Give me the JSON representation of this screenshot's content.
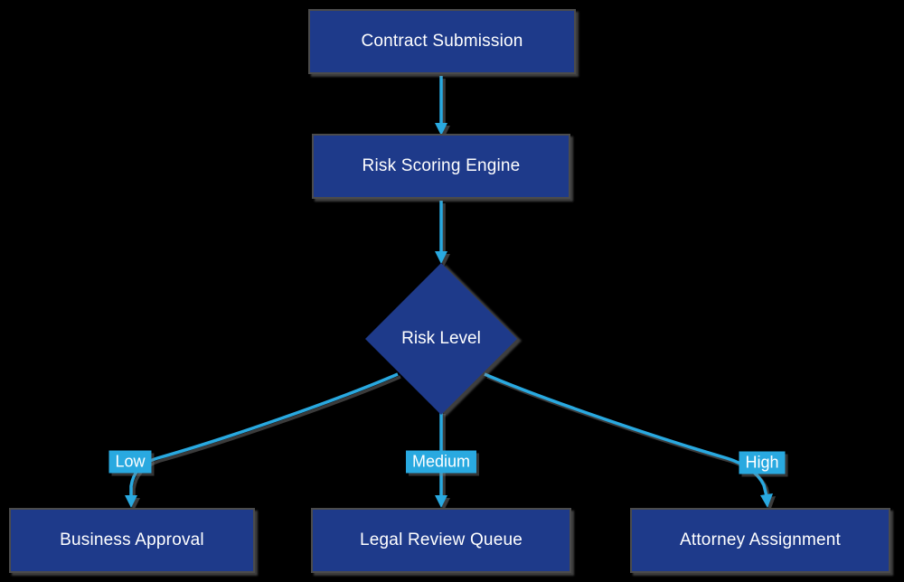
{
  "colors": {
    "background": "#000000",
    "node_fill": "#1e3a8a",
    "node_border": "#4b4b4b",
    "edge": "#29a9e0",
    "label_bg": "#29a9e0",
    "text": "#ffffff"
  },
  "diagram": {
    "type": "flowchart",
    "direction": "top-down",
    "nodes": [
      {
        "id": "contract-submission",
        "label": "Contract Submission",
        "shape": "rect"
      },
      {
        "id": "risk-scoring-engine",
        "label": "Risk Scoring Engine",
        "shape": "rect"
      },
      {
        "id": "risk-level",
        "label": "Risk Level",
        "shape": "diamond"
      },
      {
        "id": "business-approval",
        "label": "Business Approval",
        "shape": "rect"
      },
      {
        "id": "legal-review-queue",
        "label": "Legal Review Queue",
        "shape": "rect"
      },
      {
        "id": "attorney-assignment",
        "label": "Attorney Assignment",
        "shape": "rect"
      }
    ],
    "edges": [
      {
        "from": "contract-submission",
        "to": "risk-scoring-engine",
        "label": ""
      },
      {
        "from": "risk-scoring-engine",
        "to": "risk-level",
        "label": ""
      },
      {
        "from": "risk-level",
        "to": "business-approval",
        "label": "Low"
      },
      {
        "from": "risk-level",
        "to": "legal-review-queue",
        "label": "Medium"
      },
      {
        "from": "risk-level",
        "to": "attorney-assignment",
        "label": "High"
      }
    ]
  }
}
